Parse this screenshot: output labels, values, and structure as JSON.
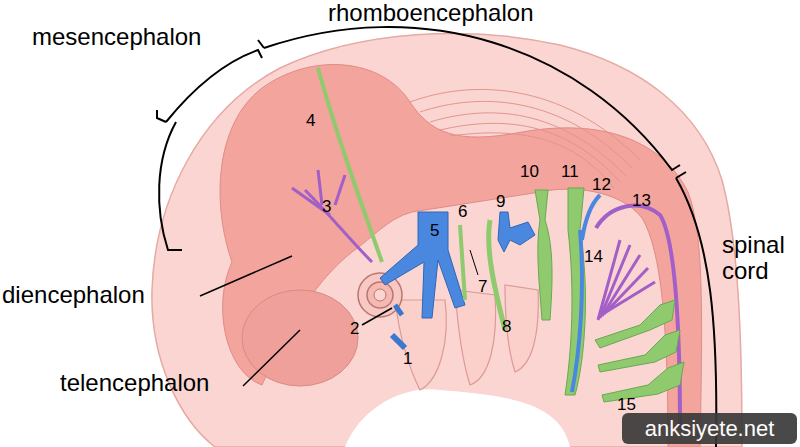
{
  "diagram": {
    "nodes": [
      {
        "text": [
          "anksiyete.net"
        ]
      }
    ],
    "labels": [
      "mesencephalon",
      "rhomboencephalon",
      "4",
      "3",
      "5",
      "6",
      "9",
      "10",
      "11",
      "12",
      "13",
      "14",
      "spinal cord",
      "diencephalon",
      "2",
      "1",
      "7",
      "8",
      "telencephalon",
      "15"
    ]
  }
}
